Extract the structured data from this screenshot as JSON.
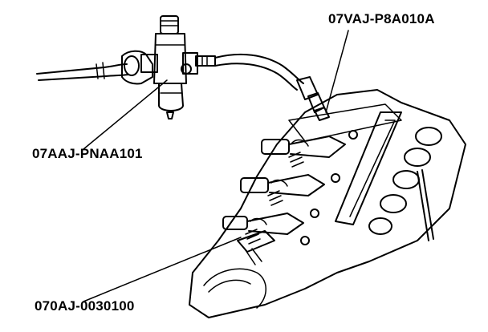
{
  "labels": {
    "pressure_adapter": "07VAJ-P8A010A",
    "air_regulator": "07AAJ-PNAA101",
    "valve_tool": "070AJ-0030100"
  },
  "colors": {
    "ink": "#000000",
    "paper": "#ffffff"
  }
}
